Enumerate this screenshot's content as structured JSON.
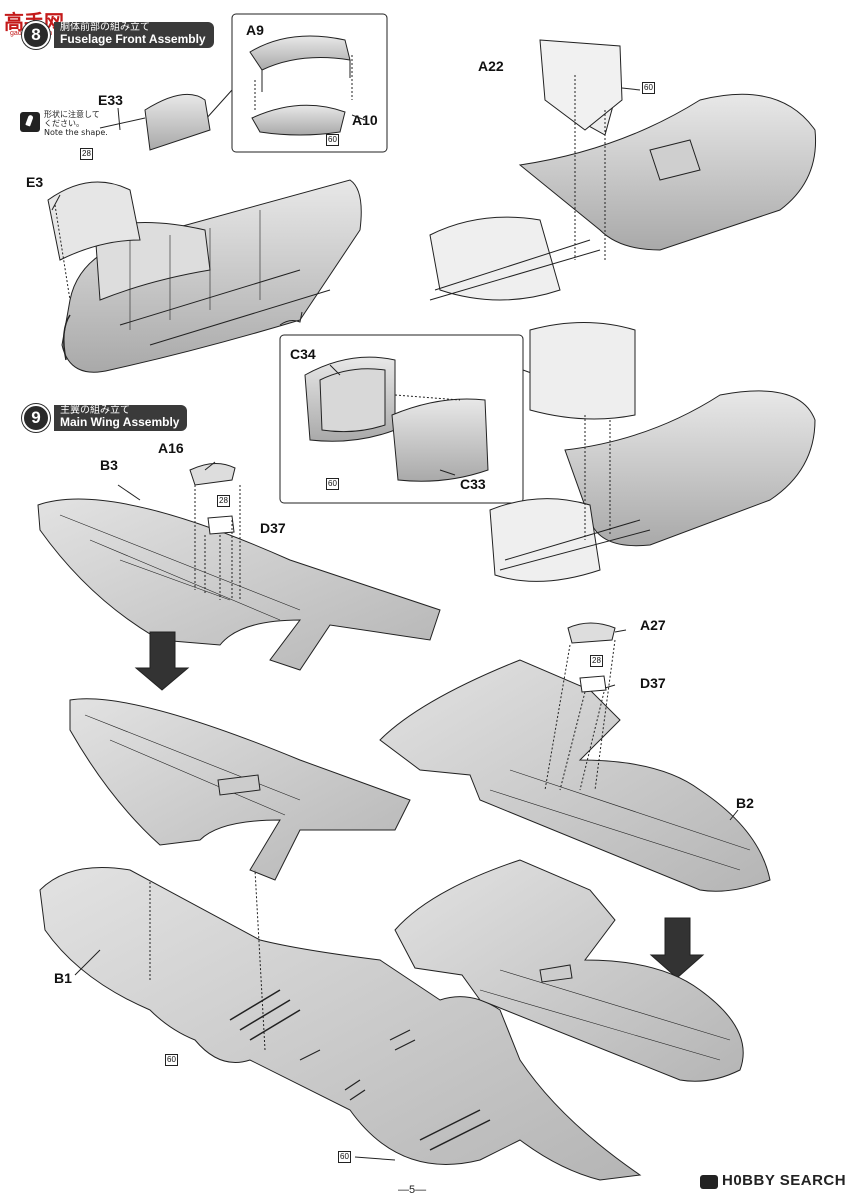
{
  "logo": {
    "text": "高手网",
    "sub": "gaoshan.com"
  },
  "sections": {
    "fuselage": {
      "number": "8",
      "title_jp": "胴体前部の組み立て",
      "title_en": "Fuselage Front Assembly"
    },
    "wing": {
      "number": "9",
      "title_jp": "主翼の組み立て",
      "title_en": "Main Wing Assembly"
    }
  },
  "note": {
    "jp": "形状に注意して\nください。",
    "en": "Note the shape."
  },
  "parts": {
    "A9": "A9",
    "A10": "A10",
    "A22": "A22",
    "E33": "E33",
    "E3": "E3",
    "C34": "C34",
    "C33": "C33",
    "A16": "A16",
    "D37": "D37",
    "A27": "A27",
    "B3": "B3",
    "B2": "B2",
    "B1": "B1"
  },
  "paint_codes": {
    "c28": "28",
    "c60": "60"
  },
  "watermark": "H0BBY SEARCH",
  "page_number": "—5—",
  "colors": {
    "ink": "#111111",
    "part_fill": "#d4d4d4",
    "part_dark": "#9a9a9a",
    "logo": "#c41a1a"
  }
}
